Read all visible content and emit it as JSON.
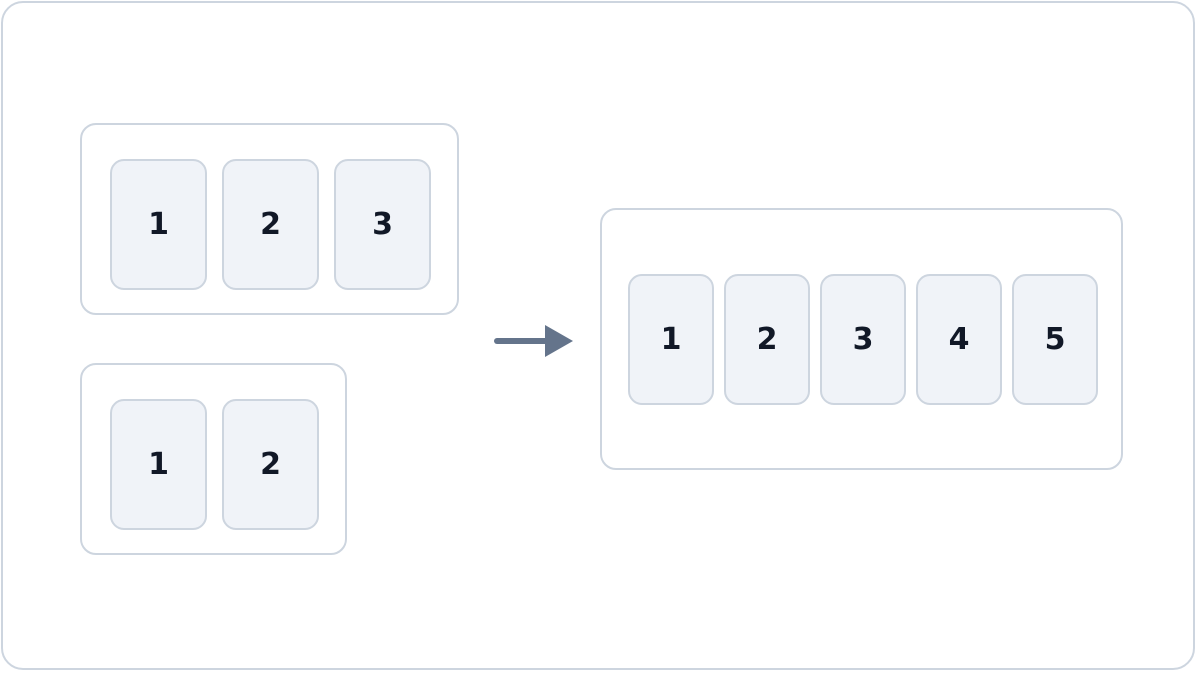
{
  "colors": {
    "border": "#cdd5df",
    "card_fill": "#f0f3f8",
    "label": "#111827",
    "arrow": "#64748b"
  },
  "icons": {
    "arrow": "arrow-right-icon"
  },
  "input_group_a": {
    "cards": [
      "1",
      "2",
      "3"
    ]
  },
  "input_group_b": {
    "cards": [
      "1",
      "2"
    ]
  },
  "output_group": {
    "cards": [
      "1",
      "2",
      "3",
      "4",
      "5"
    ]
  }
}
